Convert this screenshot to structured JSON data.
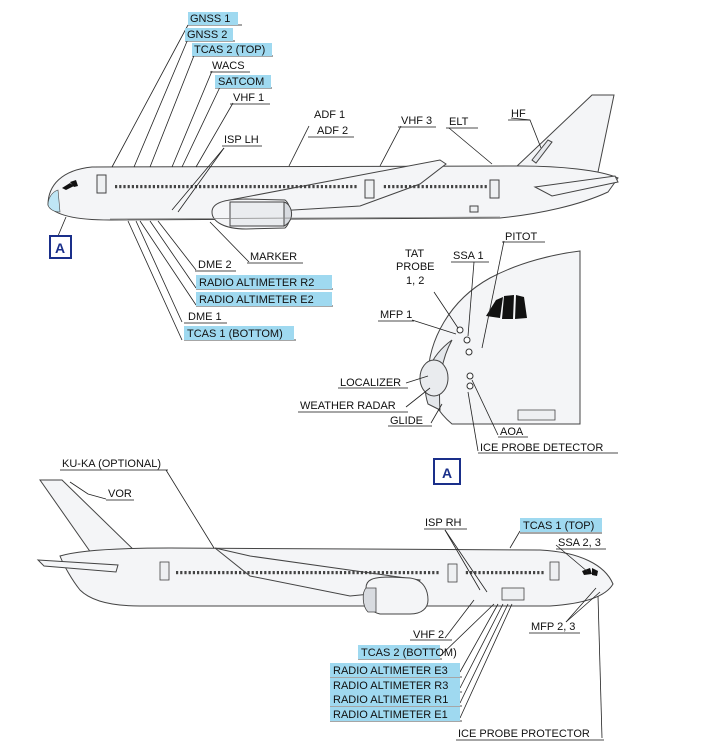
{
  "top_labels": [
    {
      "id": "gnss1",
      "text": "GNSS 1",
      "highlight": true
    },
    {
      "id": "gnss2",
      "text": "GNSS 2",
      "highlight": true
    },
    {
      "id": "tcas2top",
      "text": "TCAS 2 (TOP)",
      "highlight": true
    },
    {
      "id": "wacs",
      "text": "WACS",
      "highlight": false
    },
    {
      "id": "satcom",
      "text": "SATCOM",
      "highlight": true
    },
    {
      "id": "vhf1",
      "text": "VHF 1",
      "highlight": false
    },
    {
      "id": "isplh",
      "text": "ISP LH",
      "highlight": false
    },
    {
      "id": "adf1",
      "text": "ADF 1",
      "highlight": false
    },
    {
      "id": "adf2",
      "text": "ADF 2",
      "highlight": false
    },
    {
      "id": "vhf3",
      "text": "VHF 3",
      "highlight": false
    },
    {
      "id": "elt",
      "text": "ELT",
      "highlight": false
    },
    {
      "id": "hf",
      "text": "HF",
      "highlight": false
    },
    {
      "id": "marker",
      "text": "MARKER",
      "highlight": false
    },
    {
      "id": "dme2",
      "text": "DME 2",
      "highlight": false
    },
    {
      "id": "radaltr2",
      "text": "RADIO ALTIMETER R2",
      "highlight": true
    },
    {
      "id": "radalte2",
      "text": "RADIO ALTIMETER E2",
      "highlight": true
    },
    {
      "id": "dme1",
      "text": "DME 1",
      "highlight": false
    },
    {
      "id": "tcas1bottom",
      "text": "TCAS 1 (BOTTOM)",
      "highlight": true
    }
  ],
  "nose_labels": [
    {
      "id": "tat1",
      "text": "TAT"
    },
    {
      "id": "tat2",
      "text": "PROBE"
    },
    {
      "id": "tat3",
      "text": "1, 2"
    },
    {
      "id": "ssa1",
      "text": "SSA 1"
    },
    {
      "id": "pitot",
      "text": "PITOT"
    },
    {
      "id": "mfp1",
      "text": "MFP 1"
    },
    {
      "id": "localizer",
      "text": "LOCALIZER"
    },
    {
      "id": "wxradar",
      "text": "WEATHER RADAR"
    },
    {
      "id": "glide",
      "text": "GLIDE"
    },
    {
      "id": "aoa",
      "text": "AOA"
    },
    {
      "id": "icedet",
      "text": "ICE PROBE DETECTOR"
    }
  ],
  "bottom_labels": [
    {
      "id": "kuka",
      "text": "KU-KA (OPTIONAL)",
      "highlight": false
    },
    {
      "id": "vor",
      "text": "VOR",
      "highlight": false
    },
    {
      "id": "isprh",
      "text": "ISP RH",
      "highlight": false
    },
    {
      "id": "tcas1top",
      "text": "TCAS 1 (TOP)",
      "highlight": true
    },
    {
      "id": "ssa23",
      "text": "SSA 2, 3",
      "highlight": false
    },
    {
      "id": "mfp23",
      "text": "MFP 2, 3",
      "highlight": false
    },
    {
      "id": "vhf2",
      "text": "VHF 2",
      "highlight": false
    },
    {
      "id": "tcas2bottom",
      "text": "TCAS 2 (BOTTOM)",
      "highlight": true
    },
    {
      "id": "radalte3",
      "text": "RADIO ALTIMETER E3",
      "highlight": true
    },
    {
      "id": "radaltr3",
      "text": "RADIO ALTIMETER R3",
      "highlight": true
    },
    {
      "id": "radaltr1",
      "text": "RADIO ALTIMETER R1",
      "highlight": true
    },
    {
      "id": "radalte1",
      "text": "RADIO ALTIMETER E1",
      "highlight": true
    },
    {
      "id": "iceprot",
      "text": "ICE PROBE PROTECTOR",
      "highlight": false
    }
  ],
  "callout": {
    "letter": "A"
  },
  "colors": {
    "highlight": "#9fd9f0",
    "callout": "#1a2f8a",
    "line": "#222222"
  }
}
